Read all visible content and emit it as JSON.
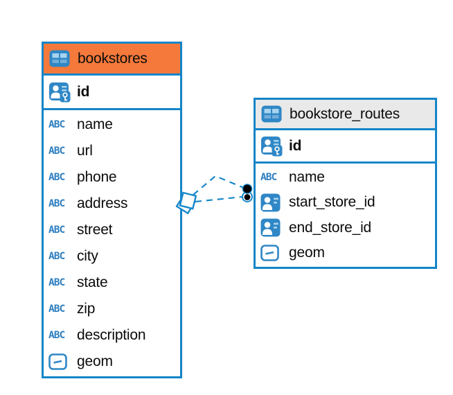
{
  "diagram": {
    "kind": "entity-relationship-diagram",
    "background": "#ffffff"
  },
  "colors": {
    "table_border_blue": "#1385c8",
    "connector_blue": "#1788c9",
    "icon_blue": "#2f87c6",
    "icon_light_blue": "#a8d3ee",
    "abc_text_blue": "#2e7fc0",
    "bookstores_header_orange": "#f5793b",
    "routes_header_gray": "#e9e9e9",
    "text_black": "#0b0b0b",
    "endpoint_dot_black": "#000000"
  },
  "icon_labels": {
    "abc": "ABC"
  },
  "tables": [
    {
      "name": "bookstores",
      "title": "bookstores",
      "header_bg": "#f5793b",
      "header_icon": "table-icon",
      "primary_key": {
        "name": "id",
        "icon": "id-key-icon"
      },
      "columns": [
        {
          "name": "name",
          "icon": "abc-icon"
        },
        {
          "name": "url",
          "icon": "abc-icon"
        },
        {
          "name": "phone",
          "icon": "abc-icon"
        },
        {
          "name": "address",
          "icon": "abc-icon"
        },
        {
          "name": "street",
          "icon": "abc-icon"
        },
        {
          "name": "city",
          "icon": "abc-icon"
        },
        {
          "name": "state",
          "icon": "abc-icon"
        },
        {
          "name": "zip",
          "icon": "abc-icon"
        },
        {
          "name": "description",
          "icon": "abc-icon"
        },
        {
          "name": "geom",
          "icon": "geometry-icon"
        }
      ]
    },
    {
      "name": "bookstore_routes",
      "title": "bookstore_routes",
      "header_bg": "#e9e9e9",
      "header_icon": "table-icon",
      "primary_key": {
        "name": "id",
        "icon": "id-key-icon"
      },
      "columns": [
        {
          "name": "name",
          "icon": "abc-icon"
        },
        {
          "name": "start_store_id",
          "icon": "person-ref-icon"
        },
        {
          "name": "end_store_id",
          "icon": "person-ref-icon"
        },
        {
          "name": "geom",
          "icon": "geometry-icon"
        }
      ]
    }
  ],
  "relationships": [
    {
      "from_table": "bookstores",
      "to_table": "bookstore_routes",
      "to_column": "start_store_id",
      "line_style": "dashed",
      "source_marker": "diamond",
      "target_marker": "filled-dot"
    },
    {
      "from_table": "bookstores",
      "to_table": "bookstore_routes",
      "to_column": "end_store_id",
      "line_style": "dashed",
      "source_marker": "diamond",
      "target_marker": "filled-dot"
    }
  ]
}
